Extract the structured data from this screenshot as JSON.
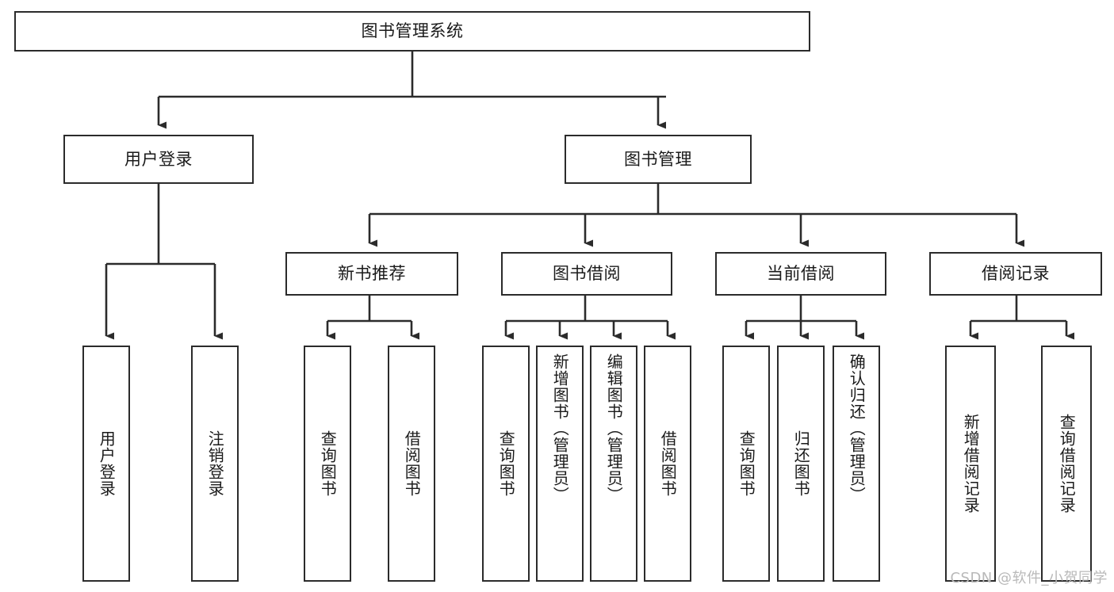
{
  "diagram": {
    "title": "图书管理系统",
    "type": "hierarchy-tree",
    "stroke_color": "#2b2b2b",
    "fill_color": "#ffffff",
    "text_color": "#1a1a1a",
    "nodes": {
      "root": {
        "label": "图书管理系统",
        "level": 1
      },
      "login": {
        "label": "用户登录",
        "level": 2
      },
      "book_mgmt": {
        "label": "图书管理",
        "level": 2
      },
      "new_book_rec": {
        "label": "新书推荐",
        "level": 3
      },
      "book_borrow": {
        "label": "图书借阅",
        "level": 3
      },
      "current_borrow": {
        "label": "当前借阅",
        "level": 3
      },
      "borrow_record": {
        "label": "借阅记录",
        "level": 3
      },
      "leaf_user_login": {
        "label": "用户登录",
        "level": 4
      },
      "leaf_logout": {
        "label": "注销登录",
        "level": 4
      },
      "leaf_query_book_1": {
        "label": "查询图书",
        "level": 4
      },
      "leaf_borrow_book_1": {
        "label": "借阅图书",
        "level": 4
      },
      "leaf_query_book_2": {
        "label": "查询图书",
        "level": 4
      },
      "leaf_add_book": {
        "label": "新增图书（管理员）",
        "level": 4
      },
      "leaf_edit_book": {
        "label": "编辑图书（管理员）",
        "level": 4
      },
      "leaf_borrow_book_2": {
        "label": "借阅图书",
        "level": 4
      },
      "leaf_query_book_3": {
        "label": "查询图书",
        "level": 4
      },
      "leaf_return_book": {
        "label": "归还图书",
        "level": 4
      },
      "leaf_confirm_return": {
        "label": "确认归还（管理员）",
        "level": 4
      },
      "leaf_add_record": {
        "label": "新增借阅记录",
        "level": 4
      },
      "leaf_query_record": {
        "label": "查询借阅记录",
        "level": 4
      }
    }
  },
  "watermark": {
    "text": "CSDN @软件_小贺同学"
  }
}
